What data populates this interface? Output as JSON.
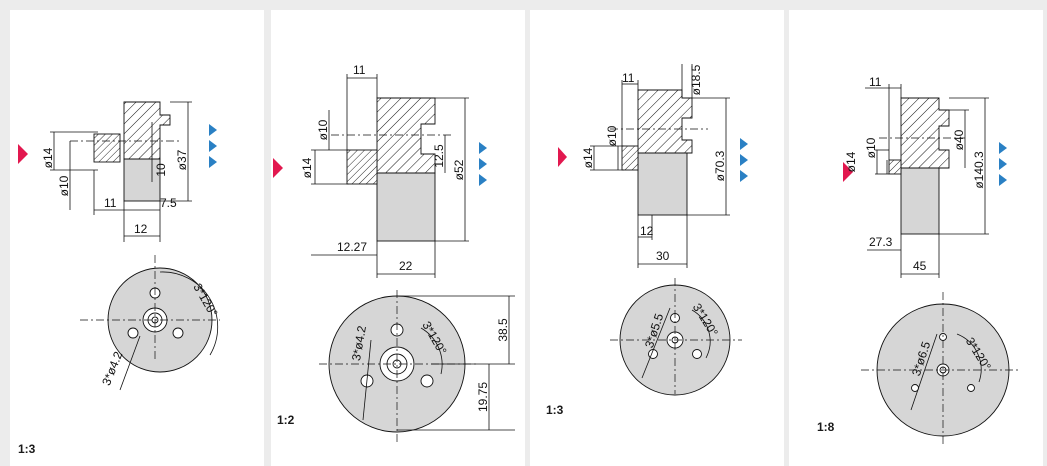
{
  "panels": [
    {
      "scale": "1:3",
      "side_dims": {
        "d14": "ø14",
        "d10": "ø10",
        "d37": "ø37",
        "h10": "10",
        "w11": "11",
        "w7_5": "7.5",
        "w12": "12"
      },
      "front_dims": {
        "angle": "3*120°",
        "holes": "3*ø4.2"
      }
    },
    {
      "scale": "1:2",
      "side_dims": {
        "w11": "11",
        "d10": "ø10",
        "d14": "ø14",
        "h12_5": "12.5",
        "d52": "ø52",
        "w12_27": "12.27",
        "w22": "22"
      },
      "front_dims": {
        "holes": "3*ø4.2",
        "angle": "3*120°",
        "h38_5": "38.5",
        "h19_75": "19.75"
      }
    },
    {
      "scale": "1:3",
      "side_dims": {
        "w11": "11",
        "d18_5": "ø18.5",
        "d10": "ø10",
        "d14": "ø14",
        "d70_3": "ø70.3",
        "w12": "12",
        "w30": "30"
      },
      "front_dims": {
        "holes": "3*ø5.5",
        "angle": "3*120°"
      }
    },
    {
      "scale": "1:8",
      "side_dims": {
        "w11": "11",
        "d14": "ø14",
        "d10": "ø10",
        "d40": "ø40",
        "d140_3": "ø140.3",
        "w27_3": "27.3",
        "w45": "45"
      },
      "front_dims": {
        "holes": "3*ø6.5",
        "angle": "3*120°"
      }
    }
  ],
  "marker_colors": {
    "input": "#e2184f",
    "output": "#2a80c4"
  }
}
